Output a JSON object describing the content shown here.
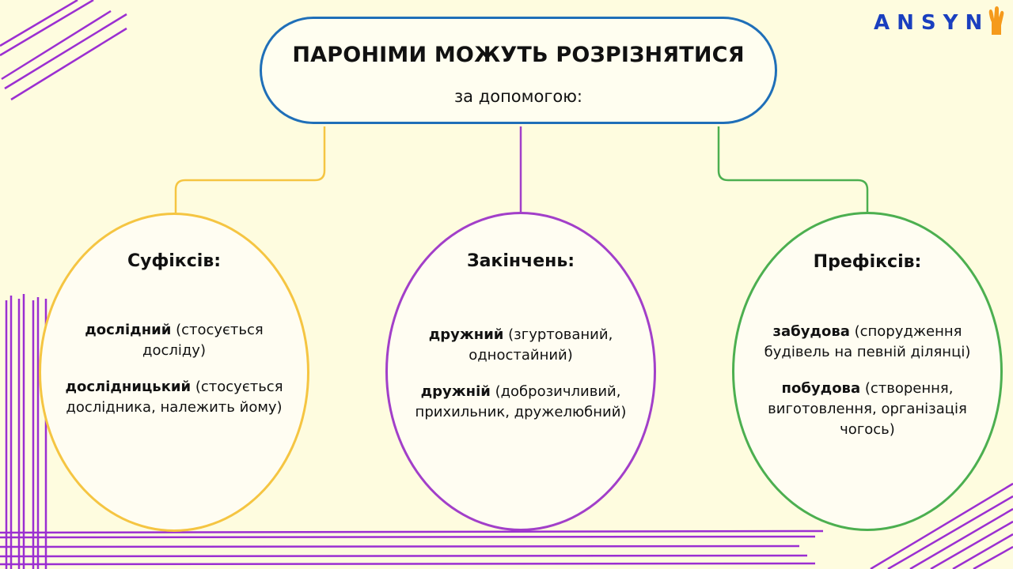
{
  "title": {
    "main": "ПАРОНІМИ МОЖУТЬ РОЗРІЗНЯТИСЯ",
    "sub": "за допомогою:"
  },
  "logo": {
    "text_a": "A",
    "text_n": "N",
    "text_s": "S",
    "text_y": "Y",
    "text_n2": "N"
  },
  "colors": {
    "title_border": "#1f6fb8",
    "suffix": "#f5c542",
    "ending": "#a23fc9",
    "prefix": "#4caf50",
    "background": "#fefcdf"
  },
  "branches": [
    {
      "heading": "Суфіксів:",
      "items": [
        {
          "word": "дослідний",
          "meaning": " (стосується досліду)"
        },
        {
          "word": "дослідницький",
          "meaning": " (стосується дослідника, належить йому)"
        }
      ]
    },
    {
      "heading": "Закінчень:",
      "items": [
        {
          "word": "дружний",
          "meaning": " (згуртований, одностайний)"
        },
        {
          "word": "дружній",
          "meaning": " (доброзичливий, прихильник, дружелюбний)"
        }
      ]
    },
    {
      "heading": "Префіксів:",
      "items": [
        {
          "word": "забудова",
          "meaning": " (спорудження будівель на певній ділянці)"
        },
        {
          "word": "побудова",
          "meaning": " (створення, виготовлення, організація чогось)"
        }
      ]
    }
  ]
}
